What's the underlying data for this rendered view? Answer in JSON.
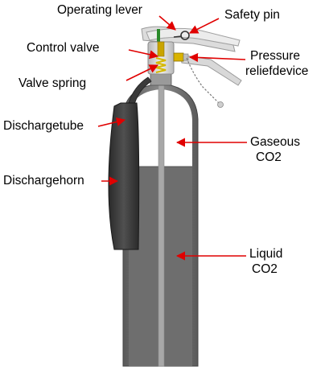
{
  "labels": {
    "operating_lever": "Operating lever",
    "safety_pin": "Safety pin",
    "control_valve": "Control valve",
    "pressure_relief_1": "Pressure",
    "pressure_relief_2": "reliefdevice",
    "valve_spring": "Valve spring",
    "discharge_tube": "Dischargetube",
    "gaseous_1": "Gaseous",
    "gaseous_2": "CO2",
    "discharge_horn": "Dischargehorn",
    "liquid_1": "Liquid",
    "liquid_2": "CO2"
  },
  "colors": {
    "arrow": "#e00000",
    "cylinder_wall": "#707070",
    "gas_fill": "#ffffff",
    "liquid_fill": "#6e6e6e",
    "horn": "#3a3a3a",
    "valve_body": "#d8d8d8",
    "spring": "#d4b800",
    "lever_accent": "#2a8a2a"
  }
}
